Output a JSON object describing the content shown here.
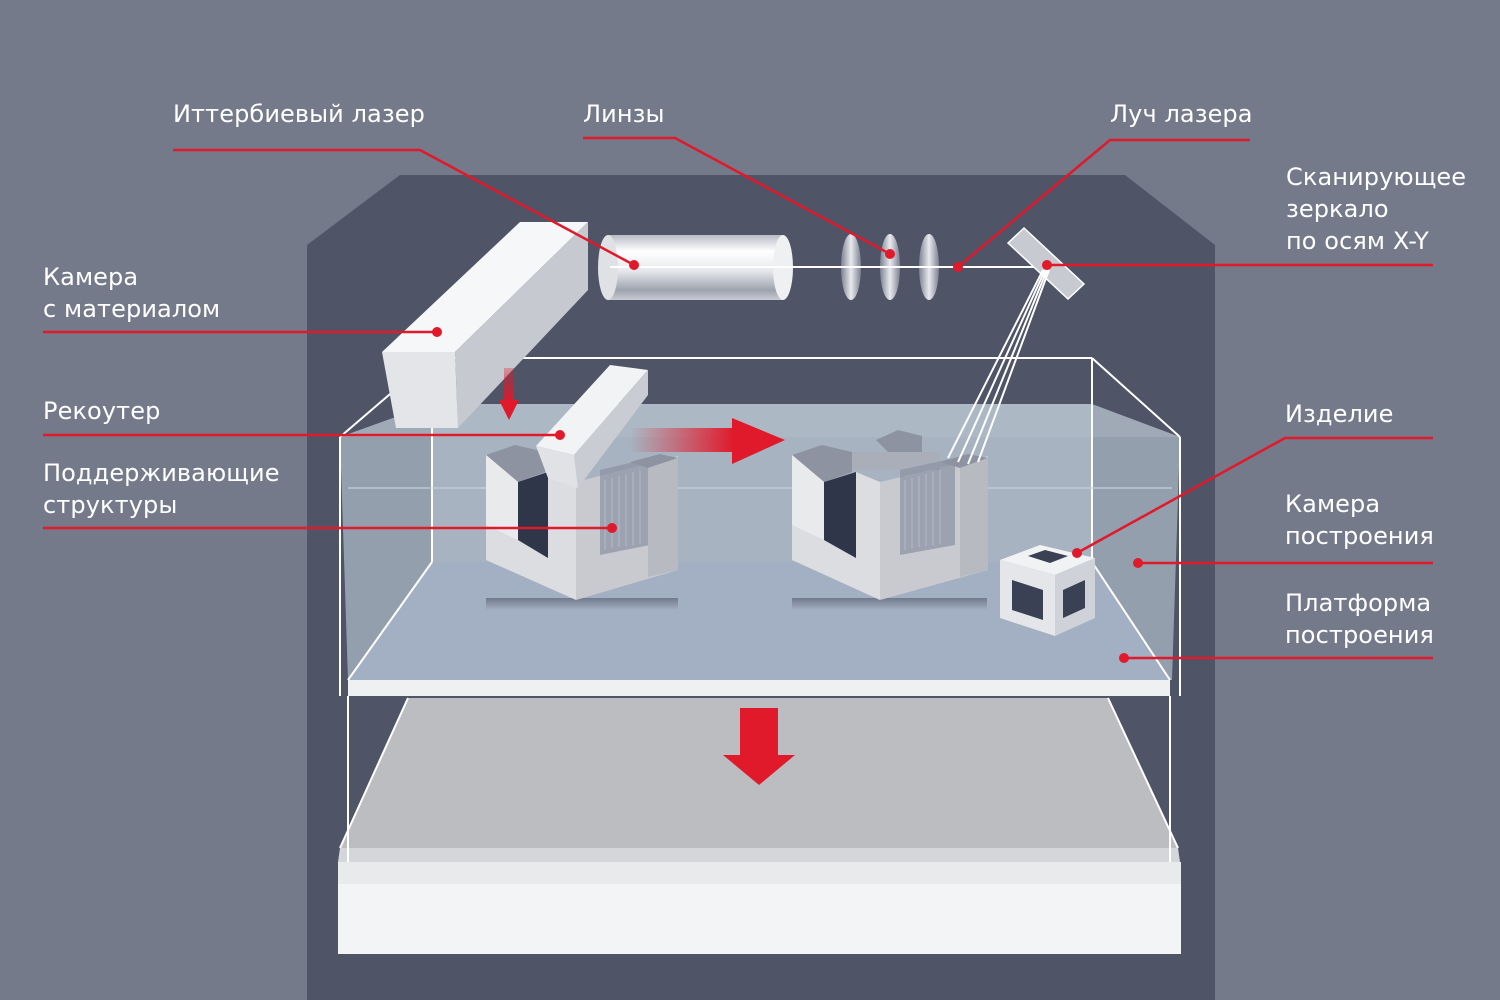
{
  "labels": {
    "laser": "Иттербиевый лазер",
    "lenses": "Линзы",
    "beam": "Луч лазера",
    "mirror": [
      "Сканирующее",
      "зеркало",
      "по осям X-Y"
    ],
    "material_chamber": [
      "Камера",
      "с материалом"
    ],
    "recoater": "Рекоутер",
    "supports": [
      "Поддерживающие",
      "структуры"
    ],
    "product": "Изделие",
    "build_chamber": [
      "Камера",
      "построения"
    ],
    "build_platform": [
      "Платформа",
      "построения"
    ]
  },
  "colors": {
    "background": "#747a89",
    "machine_body": "#4f5466",
    "callout_red": "#e0192b",
    "label_text": "#ffffff"
  }
}
